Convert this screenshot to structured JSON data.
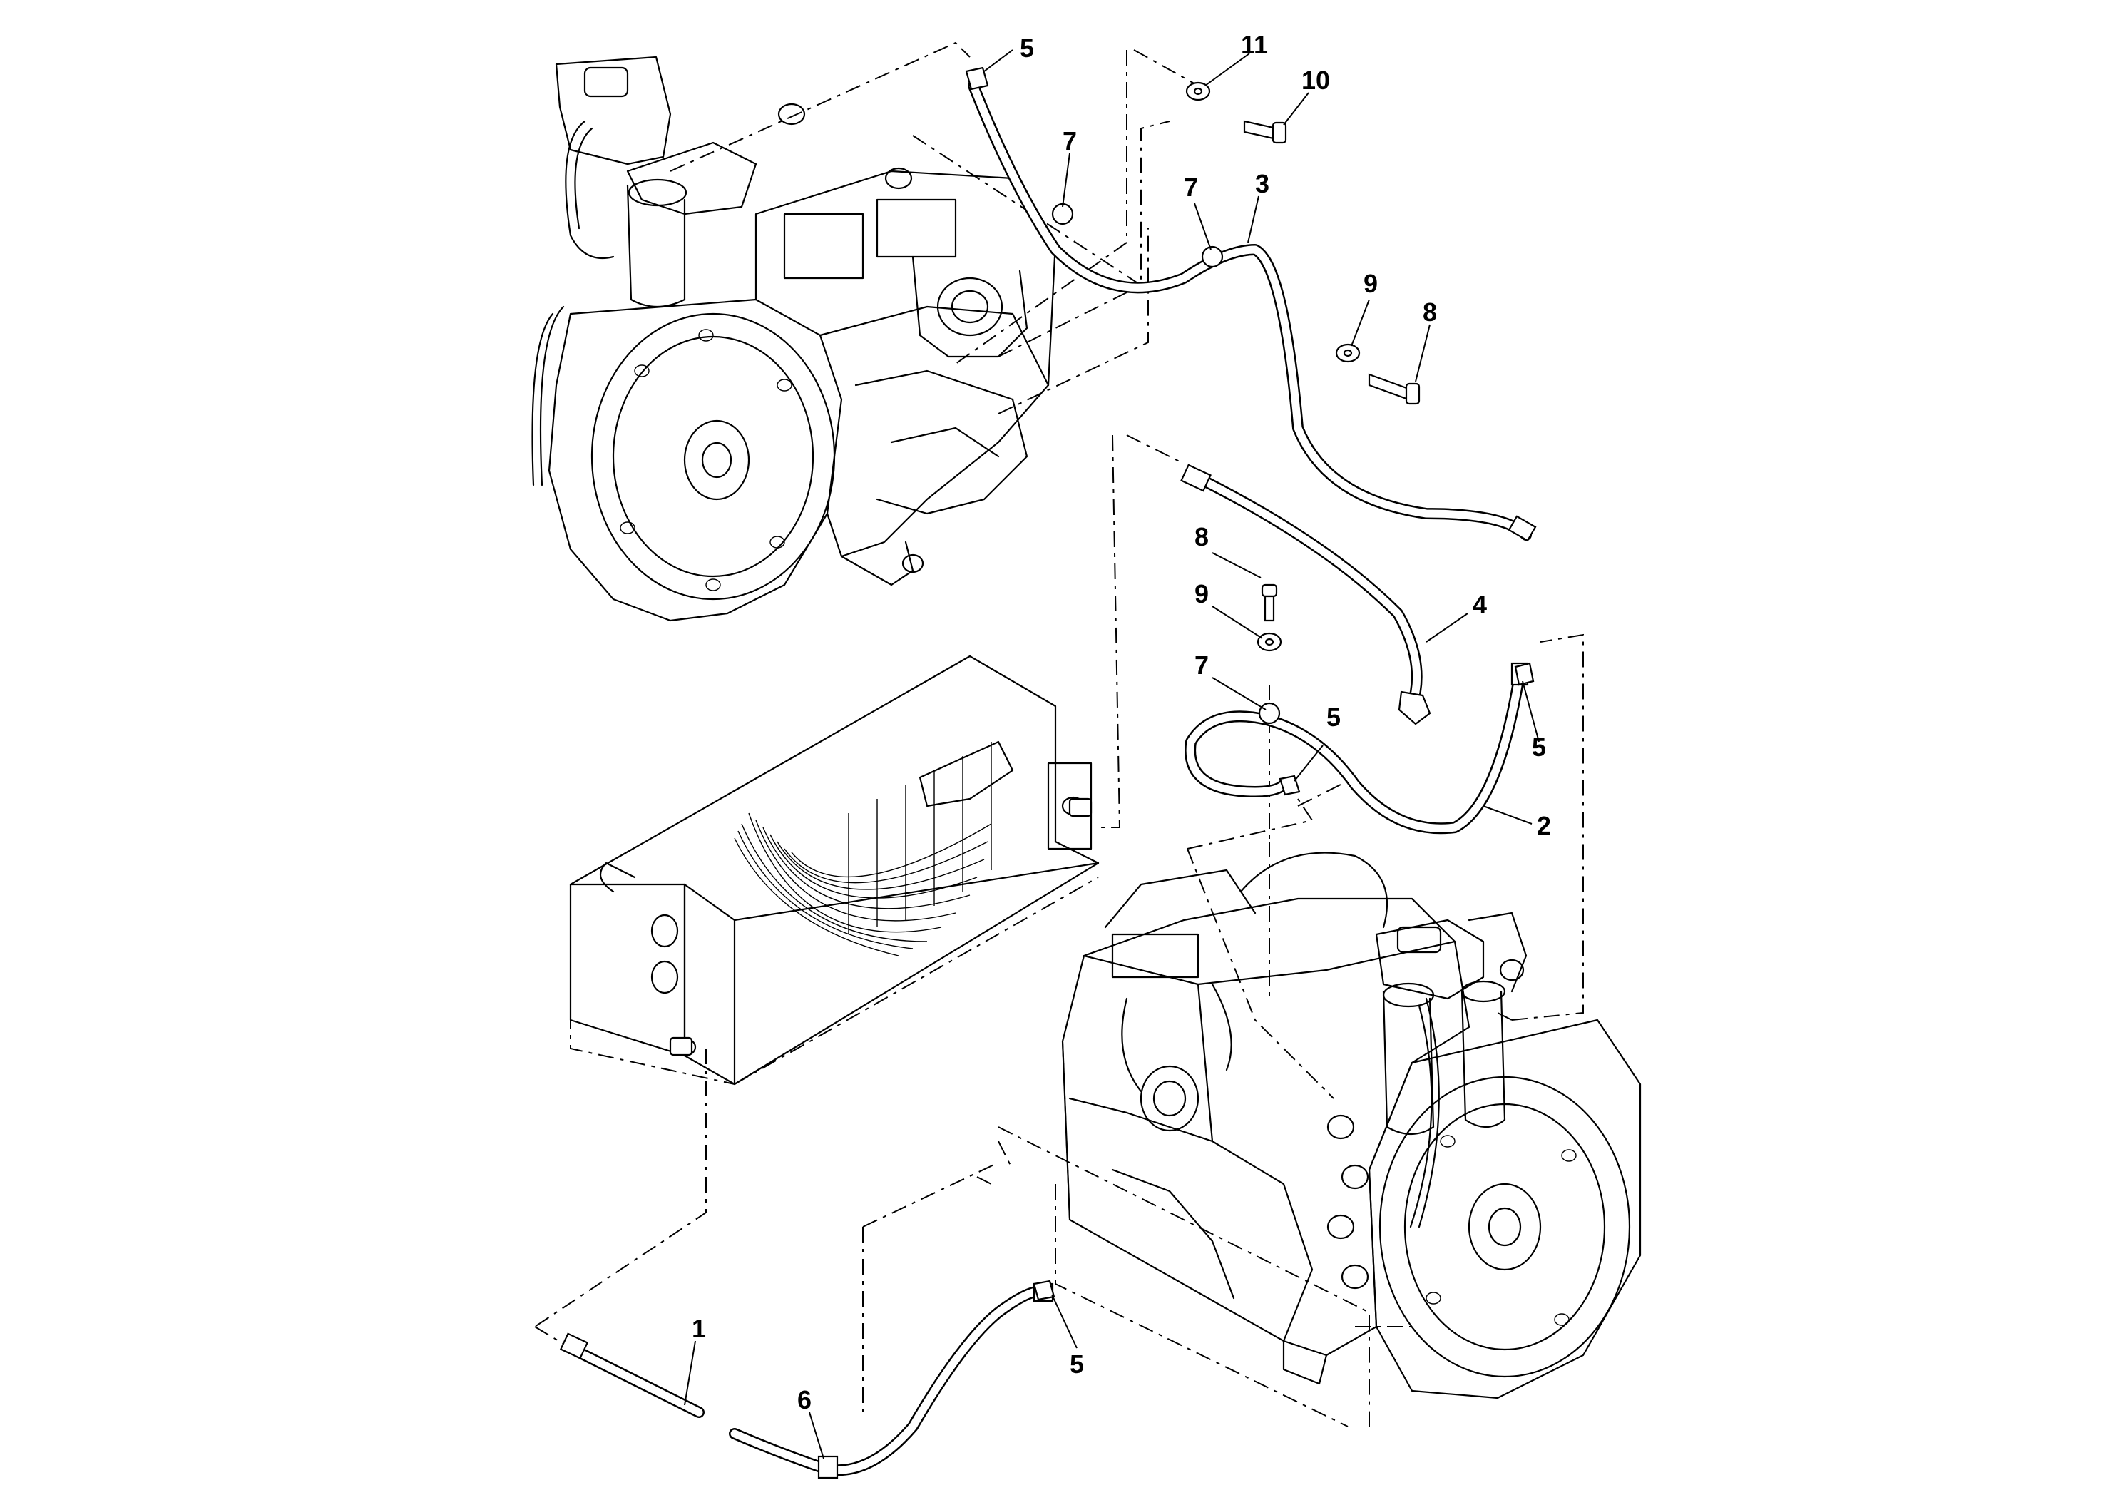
{
  "callouts": [
    {
      "id": "1",
      "label": "1"
    },
    {
      "id": "2",
      "label": "2"
    },
    {
      "id": "3",
      "label": "3"
    },
    {
      "id": "4",
      "label": "4"
    },
    {
      "id": "5a",
      "label": "5"
    },
    {
      "id": "5b",
      "label": "5"
    },
    {
      "id": "5c",
      "label": "5"
    },
    {
      "id": "5d",
      "label": "5"
    },
    {
      "id": "6",
      "label": "6"
    },
    {
      "id": "7a",
      "label": "7"
    },
    {
      "id": "7b",
      "label": "7"
    },
    {
      "id": "7c",
      "label": "7"
    },
    {
      "id": "8a",
      "label": "8"
    },
    {
      "id": "8b",
      "label": "8"
    },
    {
      "id": "9a",
      "label": "9"
    },
    {
      "id": "9b",
      "label": "9"
    },
    {
      "id": "10",
      "label": "10"
    },
    {
      "id": "11",
      "label": "11"
    }
  ]
}
